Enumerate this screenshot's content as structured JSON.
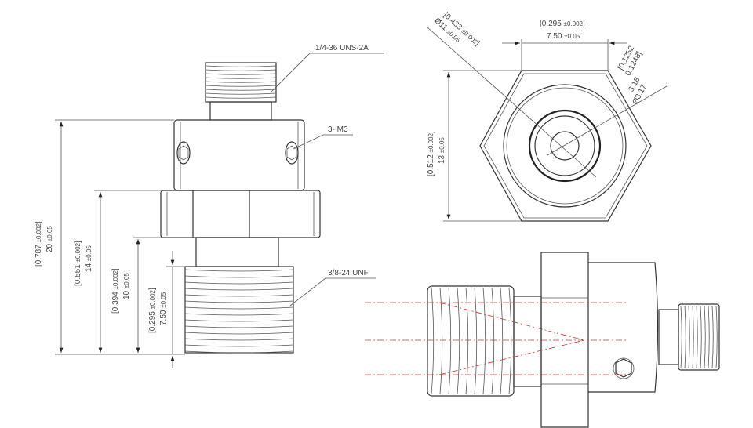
{
  "callouts": {
    "top_thread": "1/4-36 UNS-2A",
    "screws": "3- M3",
    "bottom_thread": "3/8-24 UNF"
  },
  "dimensions": {
    "overall_height": {
      "inch": "0.787",
      "inch_tol": "±0.002",
      "mm": "20",
      "mm_tol": "±0.05"
    },
    "hex_to_bottom": {
      "inch": "0.551",
      "inch_tol": "±0.002",
      "mm": "14",
      "mm_tol": "±0.05"
    },
    "neck_to_bottom": {
      "inch": "0.394",
      "inch_tol": "±0.002",
      "mm": "10",
      "mm_tol": "±0.05"
    },
    "thread_length": {
      "inch": "0.295",
      "inch_tol": "±0.002",
      "mm": "7.50",
      "mm_tol": "±0.05"
    },
    "hex_flat": {
      "inch": "0.295",
      "inch_tol": "±0.002",
      "mm": "7.50",
      "mm_tol": "±0.05"
    },
    "hex_across": {
      "inch": "0.512",
      "inch_tol": "±0.002",
      "mm": "13",
      "mm_tol": "±0.05"
    },
    "outer_dia": {
      "inch": "0.433",
      "inch_tol": "±0.002",
      "mm": "Ø11",
      "mm_tol": "±0.05"
    },
    "bore_dia": {
      "inch_max": "0.1252",
      "inch_min": "0.1248",
      "mm_max": "3.18",
      "mm_min": "Ø3.17"
    }
  },
  "colors": {
    "line": "#333333",
    "centerline": "#c0392b"
  }
}
